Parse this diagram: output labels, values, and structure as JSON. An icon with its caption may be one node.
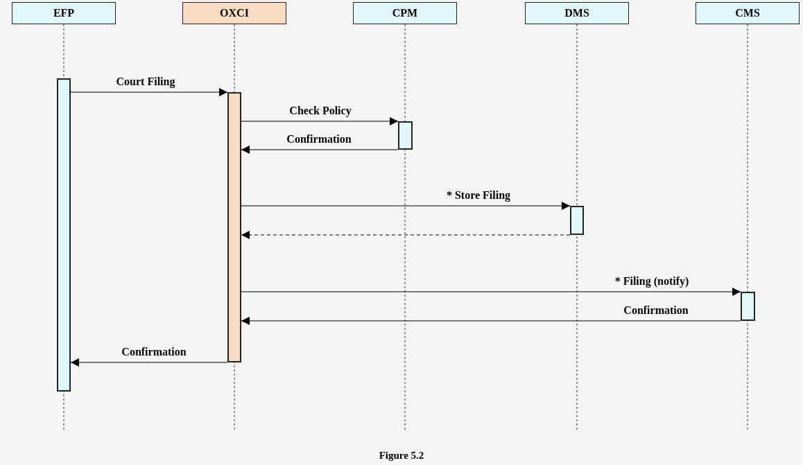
{
  "diagram": {
    "caption": "Figure 5.2",
    "nodes": [
      {
        "text": [
          "EFP"
        ]
      },
      {
        "text": [
          "OXCI"
        ]
      },
      {
        "text": [
          "CPM"
        ]
      },
      {
        "text": [
          "DMS"
        ]
      },
      {
        "text": [
          "CMS"
        ]
      },
      {
        "text": [],
        "shape": "bar"
      },
      {
        "text": [],
        "shape": "bar"
      },
      {
        "text": [],
        "shape": "bar"
      },
      {
        "text": [],
        "shape": "bar"
      },
      {
        "text": [],
        "shape": "bar"
      }
    ],
    "edges": [
      {
        "from": 5,
        "to": 6,
        "arrow": "to",
        "label": "Court Filing"
      },
      {
        "from": 6,
        "to": 7,
        "arrow": "to",
        "label": "Check Policy"
      },
      {
        "from": 7,
        "to": 6,
        "arrow": "to",
        "label": "Confirmation"
      },
      {
        "from": 6,
        "to": 8,
        "arrow": "to",
        "label": "* Store Filing"
      },
      {
        "from": 8,
        "to": 6,
        "arrow": "to",
        "style": "dashed"
      },
      {
        "from": 6,
        "to": 9,
        "arrow": "to",
        "label": "* Filing (notify)"
      },
      {
        "from": 9,
        "to": 6,
        "arrow": "to",
        "label": "Confirmation"
      },
      {
        "from": 6,
        "to": 5,
        "arrow": "to",
        "label": "Confirmation"
      }
    ]
  }
}
